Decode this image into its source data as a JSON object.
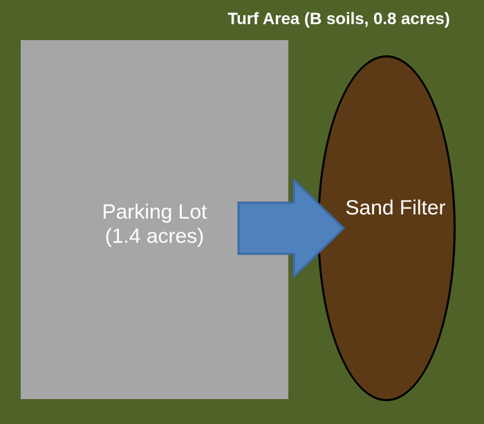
{
  "diagram": {
    "title": "Turf Area (B soils, 0.8 acres)",
    "background": {
      "name": "turf-area",
      "fill": "#4F6228"
    },
    "shapes": {
      "parking_lot": {
        "type": "rectangle",
        "label_line1": "Parking Lot",
        "label_line2": "(1.4 acres)",
        "fill": "#A6A6A6"
      },
      "sand_filter": {
        "type": "ellipse",
        "label": "Sand Filter",
        "fill": "#5B3A15",
        "outline": "#000000"
      },
      "flow_arrow": {
        "type": "right-block-arrow",
        "direction": "right",
        "fill": "#4F81BD",
        "outline": "#3B6BA5"
      }
    },
    "text_color": "#FFFFFF"
  }
}
